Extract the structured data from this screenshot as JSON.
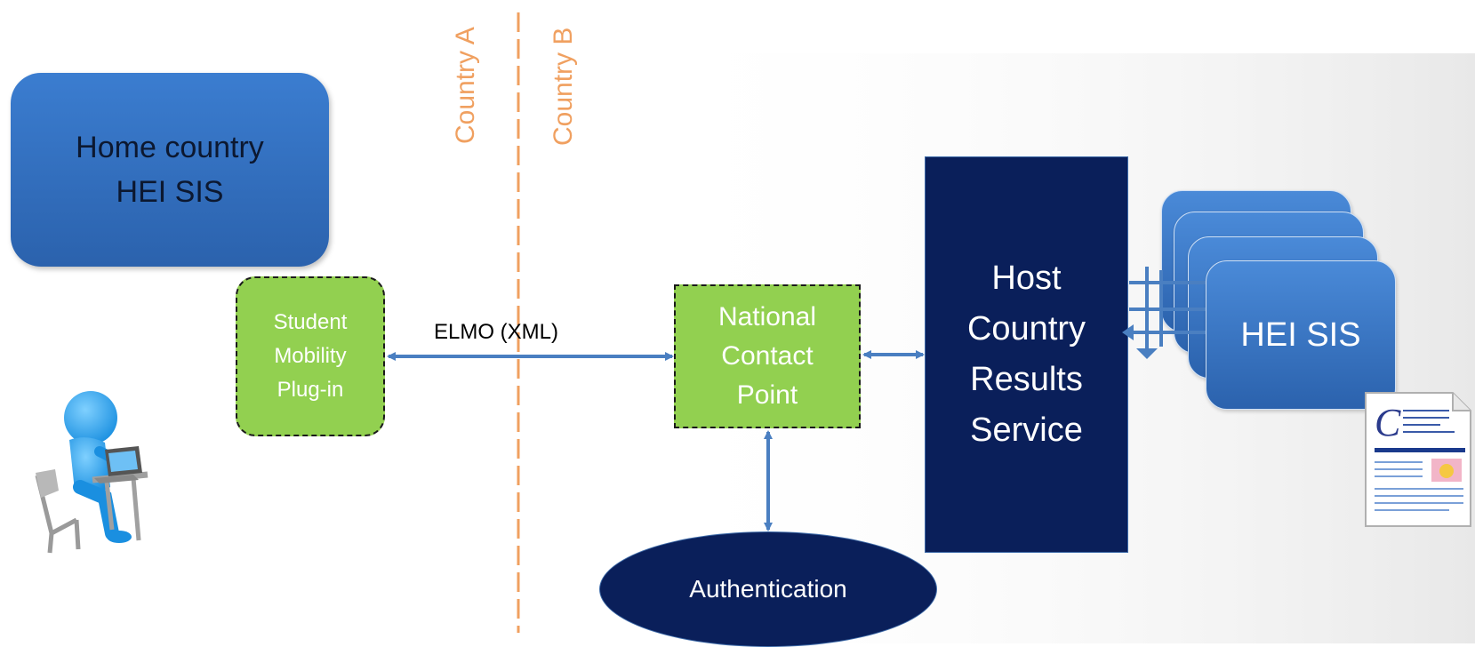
{
  "boxes": {
    "home": [
      "Home country",
      "HEI SIS"
    ],
    "plugin": [
      "Student",
      "Mobility",
      "Plug-in"
    ],
    "ncp": [
      "National",
      "Contact",
      "Point"
    ],
    "results": [
      "Host",
      "Country",
      "Results",
      "Service"
    ],
    "authentication": "Authentication",
    "hei_sis": "HEI SIS"
  },
  "labels": {
    "elmo": "ELMO (XML)",
    "country_a": "Country A",
    "country_b": "Country B"
  },
  "colors": {
    "home_box": "#3b7dd0",
    "plugin_ncp_fill": "#92d050",
    "navy": "#0a1f5a",
    "arrow": "#4a7fc1",
    "border_line": "#f0a060",
    "hei_box": "#4a8ad8"
  },
  "icons": {
    "user": "person-at-laptop-icon",
    "document": "document-icon"
  }
}
